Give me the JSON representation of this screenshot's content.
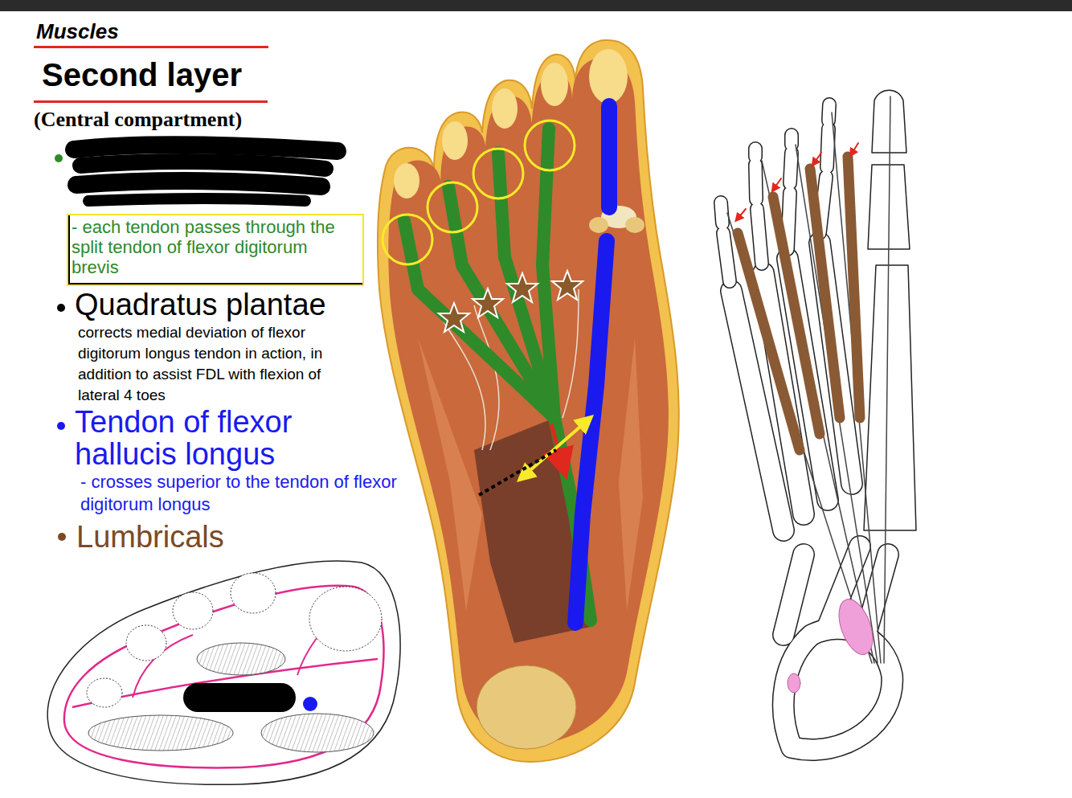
{
  "diagram": {
    "title": "Muscles",
    "nodes": [
      {
        "text": [
          "Second layer"
        ]
      },
      {
        "text": [
          "- each tendon passes through the split tendon of flexor digitorum brevis"
        ]
      }
    ],
    "labels": [
      "(Central compartment)",
      "Quadratus plantae",
      "corrects medial deviation of flexor digitorum longus tendon in action, in addition to assist FDL with flexion of lateral 4 toes",
      "Tendon of flexor hallucis longus",
      "- crosses superior to the tendon of flexor digitorum longus",
      "Lumbricals"
    ]
  }
}
